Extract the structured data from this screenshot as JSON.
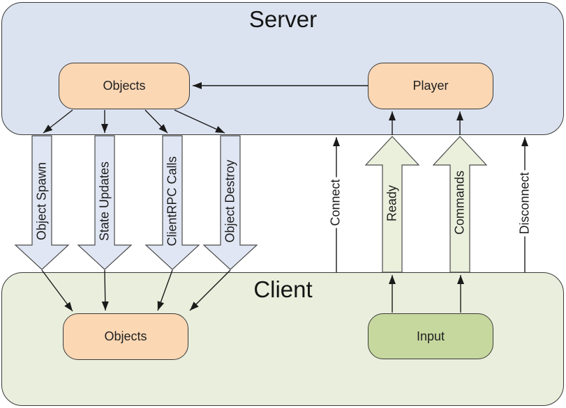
{
  "server": {
    "title": "Server",
    "objects_label": "Objects",
    "player_label": "Player"
  },
  "client": {
    "title": "Client",
    "objects_label": "Objects",
    "input_label": "Input"
  },
  "server_to_client_arrows": {
    "labels": [
      "Object Spawn",
      "State Updates",
      "ClientRPC Calls",
      "Object Destroy"
    ]
  },
  "client_to_server_arrows": {
    "block_labels": [
      "Ready",
      "Commands"
    ],
    "line_labels": [
      "Connect",
      "Disconnect"
    ]
  },
  "colors": {
    "server_fill": "#dce3f0",
    "client_fill": "#e9efdc",
    "down_arrow_fill": "#e0e6f3",
    "up_arrow_fill": "#eaf0dc",
    "object_box_fill": "#fbd7b4",
    "input_box_fill": "#c7d89e",
    "line_color": "#1a1a1a"
  }
}
